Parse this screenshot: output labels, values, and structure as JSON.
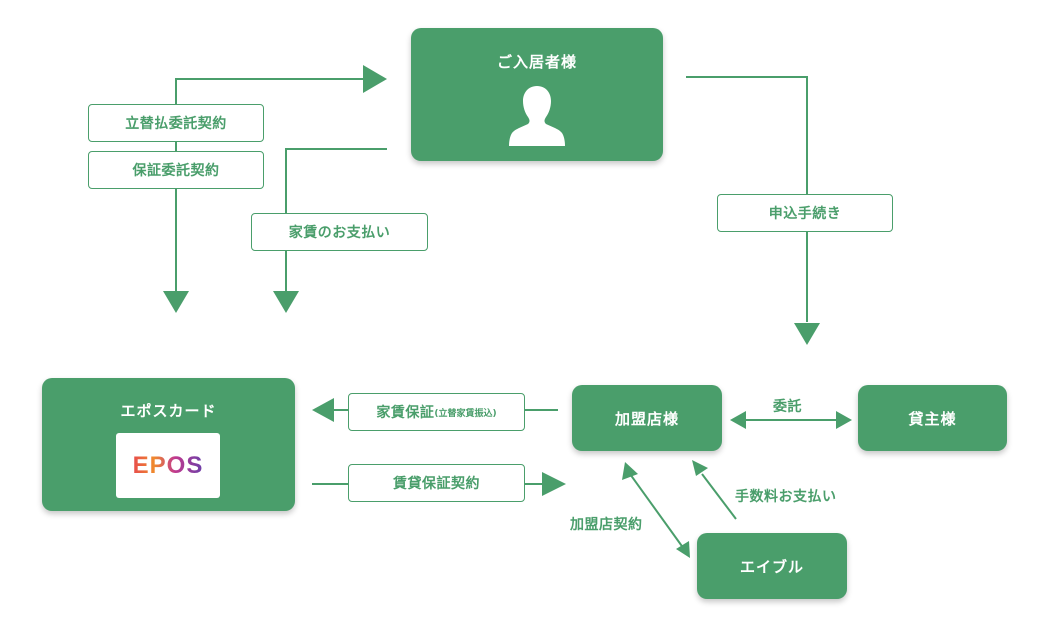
{
  "nodes": {
    "resident": "ご入居者様",
    "epos_card": "エポスカード",
    "epos_logo": "EPOS",
    "member_store": "加盟店様",
    "landlord": "貸主様",
    "able": "エイブル"
  },
  "labels": {
    "advance_payment_contract": "立替払委託契約",
    "guarantee_contract": "保証委託契約",
    "rent_payment": "家賃のお支払い",
    "application": "申込手続き",
    "rent_guarantee": "家賃保証",
    "rent_guarantee_note": "(立替家賃振込)",
    "lease_guarantee_contract": "賃貸保証契約",
    "consignment": "委託",
    "fee_payment": "手数料お支払い",
    "member_contract": "加盟店契約"
  },
  "icons": {
    "resident_icon": "person-silhouette-icon"
  },
  "colors": {
    "accent": "#4a9e6b",
    "node_text": "#ffffff",
    "background": "#ffffff"
  }
}
